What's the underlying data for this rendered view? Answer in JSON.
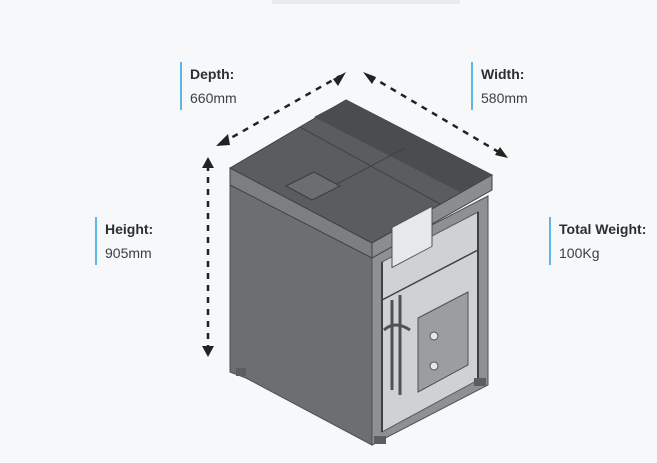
{
  "specs": {
    "depth": {
      "label": "Depth:",
      "value": "660mm"
    },
    "width": {
      "label": "Width:",
      "value": "580mm"
    },
    "height": {
      "label": "Height:",
      "value": "905mm"
    },
    "weight": {
      "label": "Total Weight:",
      "value": "100Kg"
    }
  },
  "colors": {
    "accent_bar": "#5fb6e6",
    "cabinet": "#6b6f72",
    "cabinet_dark": "#4e5255",
    "cabinet_light": "#8c9093"
  },
  "image": {
    "subject": "cabinet-illustration"
  }
}
